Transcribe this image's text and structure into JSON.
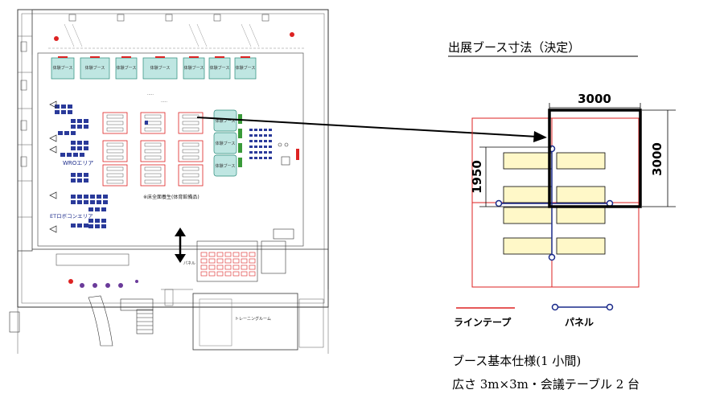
{
  "booth_title": "出展ブース寸法（決定）",
  "dimensions": {
    "top_width": "3000",
    "right_height": "3000",
    "left_height": "1950"
  },
  "legend": {
    "line_tape": "ラインテープ",
    "panel": "パネル"
  },
  "spec": {
    "heading": "ブース基本仕様(1 小間)",
    "detail": "広さ 3m×3m・会議テーブル 2 台"
  },
  "floor_plan": {
    "booth_label": "体験ブース",
    "wro_area": "WROエリア",
    "eto_area": "ETロボコンエリア",
    "floor_note": "※床全面養生(体育館備品)",
    "panel_label": "パネル",
    "training_room": "トレーニングルーム",
    "colors": {
      "booth_fill": "#bfe6e2",
      "booth_stroke": "#2a8a7a",
      "table_stroke": "#d22",
      "chair": "#2a3a9a"
    }
  }
}
